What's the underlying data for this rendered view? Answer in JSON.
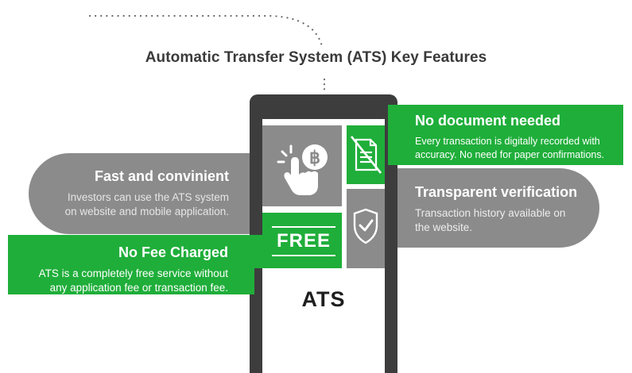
{
  "title": "Automatic Transfer System (ATS) Key Features",
  "colors": {
    "green": "#1fae3a",
    "grey": "#8b8b8b",
    "dark": "#3d3d3d",
    "title_text": "#3a3a3a"
  },
  "features": {
    "fast": {
      "heading": "Fast and convinient",
      "line1": "Investors can use the ATS system",
      "line2": "on website and mobile application.",
      "icon": "hand-tap-baht-icon"
    },
    "no_document": {
      "heading": "No document needed",
      "line1": "Every transaction is digitally recorded with",
      "line2": "accuracy. No need for paper confirmations.",
      "icon": "no-document-icon"
    },
    "transparent": {
      "heading": "Transparent verification",
      "line1": "Transaction history available on",
      "line2": "the website.",
      "icon": "shield-check-icon"
    },
    "no_fee": {
      "heading": "No Fee Charged",
      "line1": "ATS is a completely free service without",
      "line2": "any application fee or transaction fee.",
      "icon_text": "FREE"
    }
  },
  "phone": {
    "label": "ATS",
    "baht_symbol": "฿"
  }
}
